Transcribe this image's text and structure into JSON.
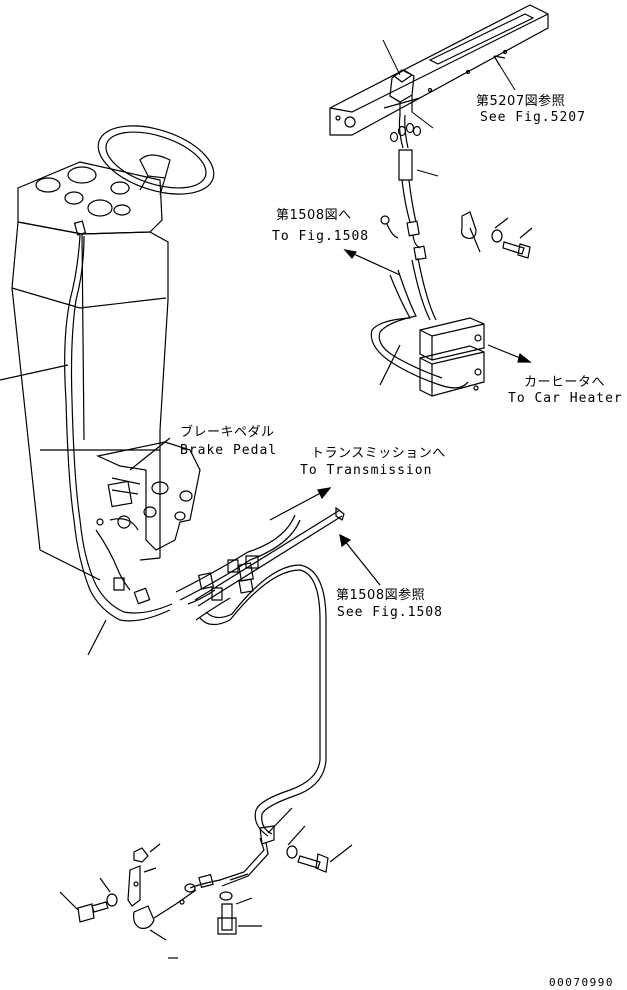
{
  "labels": {
    "fig5207": {
      "jp": "第5207図参照",
      "en": "See Fig.5207"
    },
    "fig1508_top": {
      "jp": "第1508図へ",
      "en": "To Fig.1508"
    },
    "car_heater": {
      "jp": "カーヒータへ",
      "en": "To Car Heater"
    },
    "brake_pedal": {
      "jp": "ブレーキペダル",
      "en": "Brake Pedal"
    },
    "transmission": {
      "jp": "トランスミッションへ",
      "en": "To Transmission"
    },
    "fig1508_mid": {
      "jp": "第1508図参照",
      "en": "See Fig.1508"
    }
  },
  "drawing_number": "00070990"
}
